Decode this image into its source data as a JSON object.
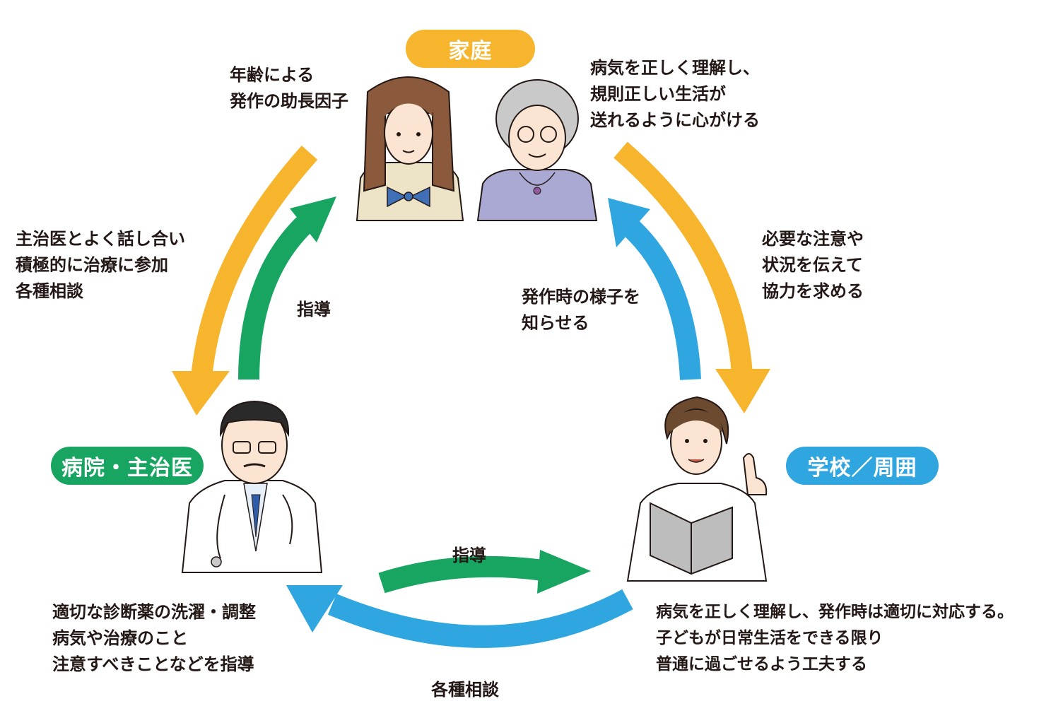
{
  "colors": {
    "family": "#f6b52c",
    "hospital": "#18a561",
    "school": "#30a6e0",
    "text": "#231815"
  },
  "nodes": {
    "family": {
      "label": "家庭"
    },
    "hospital": {
      "label": "病院・主治医"
    },
    "school": {
      "label": "学校／周囲"
    }
  },
  "notes": {
    "family_to_hospital": [
      "年齢による",
      "発作の助長因子"
    ],
    "family_role": [
      "病気を正しく理解し、",
      "規則正しい生活が",
      "送れるように心がける"
    ],
    "patient_to_doctor": [
      "主治医とよく話し合い",
      "積極的に治療に参加",
      "各種相談"
    ],
    "doctor_to_family": [
      "指導"
    ],
    "school_to_family": [
      "発作時の様子を",
      "知らせる"
    ],
    "family_to_school": [
      "必要な注意や",
      "状況を伝えて",
      "協力を求める"
    ],
    "doctor_to_school": [
      "指導"
    ],
    "doctor_role": [
      "適切な診断薬の洗濯・調整",
      "病気や治療のこと",
      "注意すべきことなどを指導"
    ],
    "school_role": [
      "病気を正しく理解し、発作時は適切に対応する。",
      "子どもが日常生活をできる限り",
      "普通に過ごせるよう工夫する"
    ],
    "school_to_doctor": [
      "各種相談"
    ]
  },
  "icons": [
    "girl-student-icon",
    "grandmother-icon",
    "doctor-icon",
    "teacher-icon"
  ]
}
